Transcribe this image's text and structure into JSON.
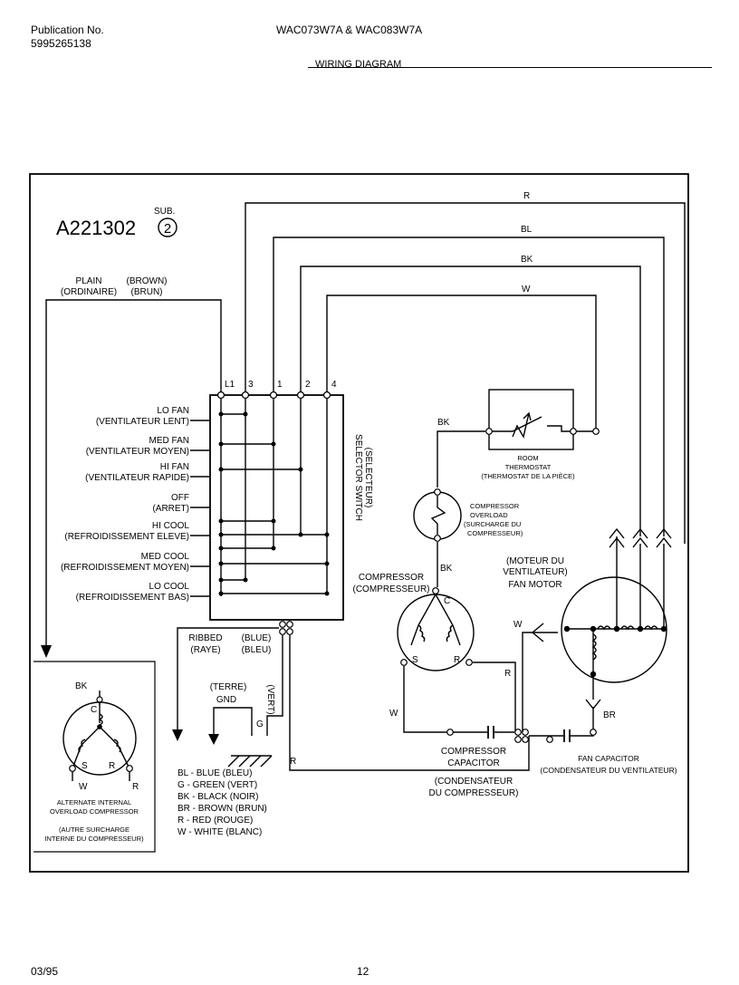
{
  "header": {
    "publication_label": "Publication No.",
    "publication_number": "5995265138",
    "models": "WAC073W7A & WAC083W7A",
    "title": "WIRING DIAGRAM"
  },
  "footer": {
    "date": "03/95",
    "page": "12"
  },
  "diagram": {
    "part_number": "A221302",
    "sub_label": "SUB.",
    "sub_number": "2",
    "plain_label": "PLAIN",
    "plain_fr": "(ORDINAIRE)",
    "brown_label": "(BROWN)",
    "brown_fr": "(BRUN)",
    "terminals": [
      "L1",
      "3",
      "1",
      "2",
      "4"
    ],
    "wire_r": "R",
    "wire_bl": "BL",
    "wire_bk": "BK",
    "wire_w": "W",
    "switch_positions": [
      {
        "en": "LO FAN",
        "fr": "(VENTILATEUR LENT)"
      },
      {
        "en": "MED FAN",
        "fr": "(VENTILATEUR MOYEN)"
      },
      {
        "en": "HI FAN",
        "fr": "(VENTILATEUR RAPIDE)"
      },
      {
        "en": "OFF",
        "fr": "(ARRET)"
      },
      {
        "en": "HI COOL",
        "fr": "(REFROIDISSEMENT ELEVE)"
      },
      {
        "en": "MED COOL",
        "fr": "(REFROIDISSEMENT MOYEN)"
      },
      {
        "en": "LO COOL",
        "fr": "(REFROIDISSEMENT BAS)"
      }
    ],
    "selector_switch": "SELECTOR SWITCH",
    "selector_switch_fr": "(SELECTEUR)",
    "room_thermostat_1": "ROOM",
    "room_thermostat_2": "THERMOSTAT",
    "room_thermostat_fr": "(THERMOSTAT DE LA PIÈCE)",
    "overload_1": "COMPRESSOR",
    "overload_2": "OVERLOAD",
    "overload_3": "(SURCHARGE DU",
    "overload_4": "COMPRESSEUR)",
    "compressor": "COMPRESSOR",
    "compressor_fr": "(COMPRESSEUR)",
    "comp_c": "C",
    "comp_s": "S",
    "comp_r": "R",
    "fan_motor_fr1": "(MOTEUR DU",
    "fan_motor_fr2": "VENTILATEUR)",
    "fan_motor": "FAN MOTOR",
    "ribbed": "RIBBED",
    "ribbed_fr": "(RAYE)",
    "blue": "(BLUE)",
    "blue_fr": "(BLEU)",
    "terre": "(TERRE)",
    "gnd": "GND",
    "vert": "(VERT)",
    "g": "G",
    "wire_br": "BR",
    "comp_cap_1": "COMPRESSOR",
    "comp_cap_2": "CAPACITOR",
    "comp_cap_fr1": "(CONDENSATEUR",
    "comp_cap_fr2": "DU COMPRESSEUR)",
    "fan_cap": "FAN CAPACITOR",
    "fan_cap_fr": "(CONDENSATEUR DU VENTILATEUR)",
    "alt_bk": "BK",
    "alt_c": "C",
    "alt_s": "S",
    "alt_r": "R",
    "alt_w": "W",
    "alt_r2": "R",
    "alt_1": "ALTERNATE INTERNAL",
    "alt_2": "OVERLOAD COMPRESSOR",
    "alt_3": "(AUTRE SURCHARGE",
    "alt_4": "INTERNE DU COMPRESSEUR)",
    "legend": [
      "BL - BLUE (BLEU)",
      "G - GREEN (VERT)",
      "BK - BLACK (NOIR)",
      "BR - BROWN (BRUN)",
      "R - RED (ROUGE)",
      "W - WHITE (BLANC)"
    ]
  }
}
